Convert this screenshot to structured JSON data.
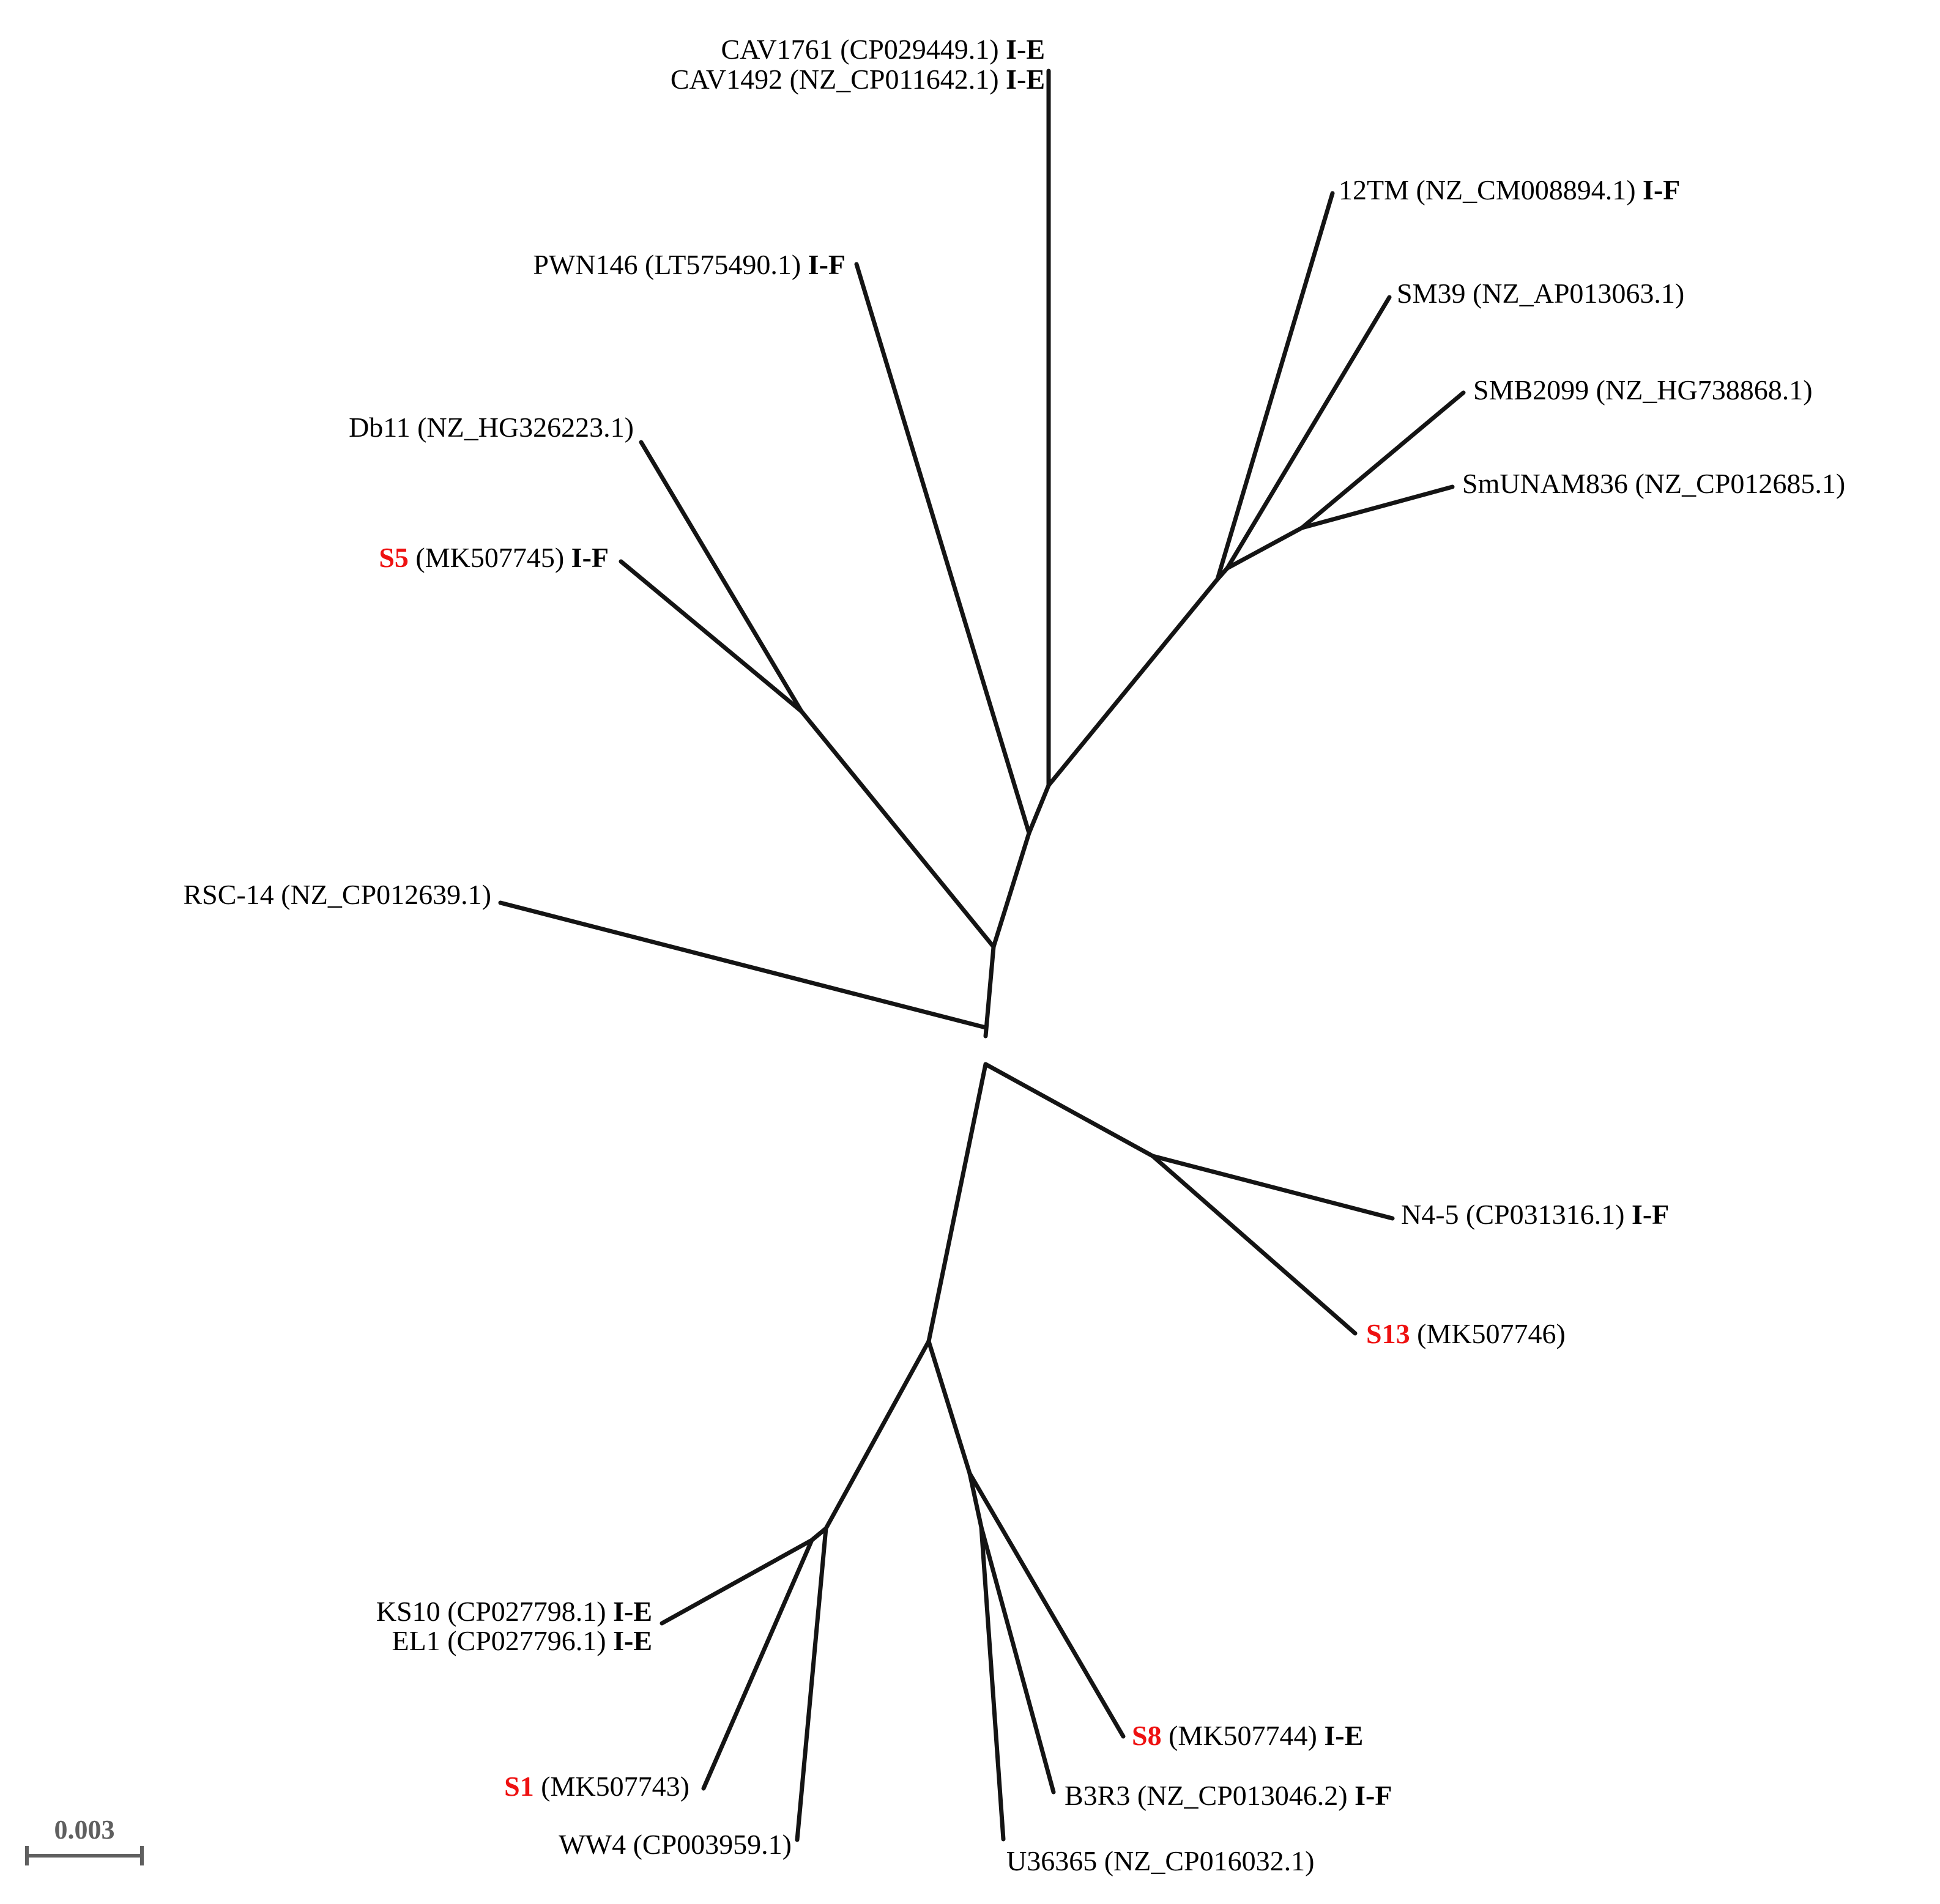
{
  "colors": {
    "highlight": "#ee1111",
    "text": "#000000",
    "branch": "#141414",
    "scale": "#5f5f5f"
  },
  "leaves": [
    {
      "id": "CAV1761",
      "name": "CAV1761",
      "accession": "(CP029449.1)",
      "type": "I-E"
    },
    {
      "id": "CAV1492",
      "name": "CAV1492",
      "accession": "(NZ_CP011642.1)",
      "type": "I-E"
    },
    {
      "id": "12TM",
      "name": "12TM",
      "accession": "(NZ_CM008894.1)",
      "type": "I-F"
    },
    {
      "id": "PWN146",
      "name": "PWN146",
      "accession": "(LT575490.1)",
      "type": "I-F"
    },
    {
      "id": "SM39",
      "name": "SM39",
      "accession": "(NZ_AP013063.1)",
      "type": ""
    },
    {
      "id": "SMB2099",
      "name": "SMB2099",
      "accession": "(NZ_HG738868.1)",
      "type": ""
    },
    {
      "id": "Db11",
      "name": "Db11",
      "accession": "(NZ_HG326223.1)",
      "type": ""
    },
    {
      "id": "SmUNAM836",
      "name": "SmUNAM836",
      "accession": "(NZ_CP012685.1)",
      "type": ""
    },
    {
      "id": "S5",
      "name": "S5",
      "accession": "(MK507745)",
      "type": "I-F",
      "highlight": true
    },
    {
      "id": "RSC-14",
      "name": "RSC-14",
      "accession": "(NZ_CP012639.1)",
      "type": ""
    },
    {
      "id": "N4-5",
      "name": "N4-5",
      "accession": "(CP031316.1)",
      "type": "I-F"
    },
    {
      "id": "S13",
      "name": "S13",
      "accession": "(MK507746)",
      "type": "",
      "highlight": true
    },
    {
      "id": "KS10",
      "name": "KS10",
      "accession": "(CP027798.1)",
      "type": "I-E"
    },
    {
      "id": "EL1",
      "name": "EL1",
      "accession": "(CP027796.1)",
      "type": "I-E"
    },
    {
      "id": "S8",
      "name": "S8",
      "accession": "(MK507744)",
      "type": "I-E",
      "highlight": true
    },
    {
      "id": "S1",
      "name": "S1",
      "accession": "(MK507743)",
      "type": "",
      "highlight": true
    },
    {
      "id": "B3R3",
      "name": "B3R3",
      "accession": "(NZ_CP013046.2)",
      "type": "I-F"
    },
    {
      "id": "WW4",
      "name": "WW4",
      "accession": "(CP003959.1)",
      "type": ""
    },
    {
      "id": "U36365",
      "name": "U36365",
      "accession": "(NZ_CP016032.1)",
      "type": ""
    }
  ],
  "scale_bar": {
    "label": "0.003",
    "value": 0.003
  }
}
